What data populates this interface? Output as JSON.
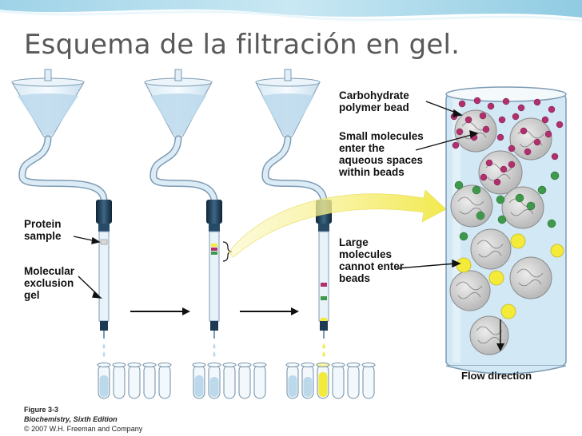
{
  "slide": {
    "title": "Esquema de la filtración en gel."
  },
  "labels": {
    "protein_sample": [
      "Protein",
      "sample"
    ],
    "molecular_exclusion_gel": [
      "Molecular",
      "exclusion",
      "gel"
    ],
    "carbohydrate_bead": [
      "Carbohydrate",
      "polymer bead"
    ],
    "small_molecules": [
      "Small molecules",
      "enter the",
      "aqueous spaces",
      "within beads"
    ],
    "large_molecules": [
      "Large",
      "molecules",
      "cannot enter",
      "beads"
    ],
    "flow_direction": "Flow direction"
  },
  "caption": {
    "figure": "Figure 3-3",
    "book": "Biochemistry, Sixth Edition",
    "copyright": "© 2007 W.H. Freeman and Company"
  },
  "colors": {
    "title": "#595959",
    "buffer": "#bcd9ec",
    "column_cap": "#1d3a52",
    "bead_fill": "#cfcfcf",
    "small_molecule": "#b0306e",
    "medium_molecule": "#3e9a4a",
    "large_molecule": "#f3ea3a",
    "flow_arrow": "#f4ee7a"
  }
}
